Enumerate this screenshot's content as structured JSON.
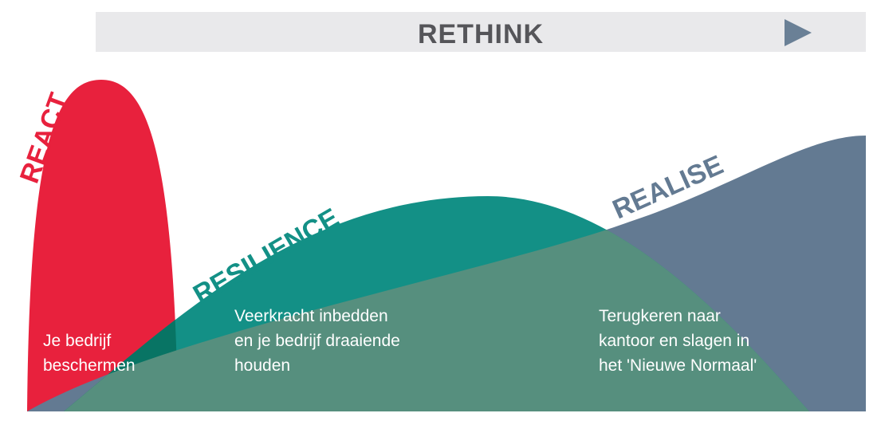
{
  "colors": {
    "react": "#e8213d",
    "resilience": "#139086",
    "realise": "#637a92",
    "overlap_react_resilience": "#087464",
    "overlap_resilience_realise": "#568f7e",
    "banner_bg": "#e9e9eb",
    "banner_text": "#555559",
    "arrow": "#6a8096",
    "caption_text": "#ffffff"
  },
  "banner": {
    "title": "RETHINK",
    "arrow_icon": "play-arrow-icon"
  },
  "phases": {
    "react": {
      "label": "REACT",
      "caption": [
        "Je bedrijf",
        "beschermen"
      ]
    },
    "resilience": {
      "label": "RESILIENCE",
      "caption": [
        "Veerkracht inbedden",
        "en je bedrijf draaiende",
        "houden"
      ]
    },
    "realise": {
      "label": "REALISE",
      "caption": [
        "Terugkeren naar",
        "kantoor en slagen in",
        "het 'Nieuwe Normaal'"
      ]
    }
  }
}
